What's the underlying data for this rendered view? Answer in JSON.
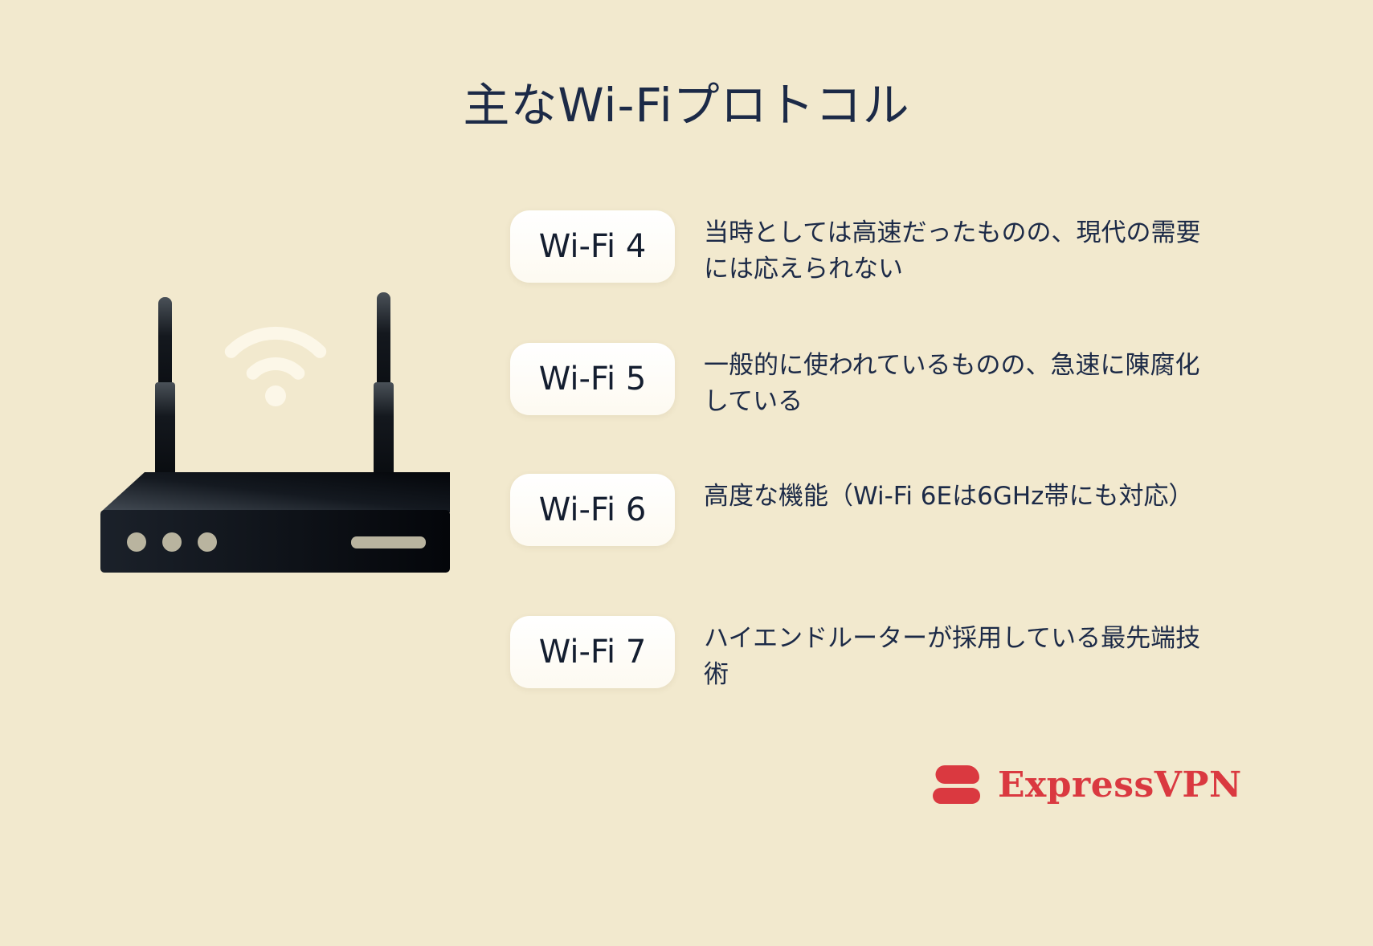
{
  "title": "主なWi-Fiプロトコル",
  "rows": [
    {
      "label": "Wi-Fi 4",
      "description": "当時としては高速だったものの、現代の需要には応えられない"
    },
    {
      "label": "Wi-Fi 5",
      "description": "一般的に使われているものの、急速に陳腐化している"
    },
    {
      "label": "Wi-Fi 6",
      "description": "高度な機能（Wi-Fi 6Eは6GHz帯にも対応）"
    },
    {
      "label": "Wi-Fi 7",
      "description": "ハイエンドルーターが採用している最先端技術"
    }
  ],
  "brand": {
    "name": "ExpressVPN",
    "color": "#da3940"
  },
  "colors": {
    "background": "#f2e9ce",
    "text": "#1c2a47",
    "pill_background": "#ffffff",
    "router_body": "#0a0e13",
    "wifi_signal": "#fcf7e8"
  },
  "icons": {
    "router": "router-illustration",
    "wifi": "wifi-signal-icon",
    "logo": "expressvpn-logo-icon"
  }
}
